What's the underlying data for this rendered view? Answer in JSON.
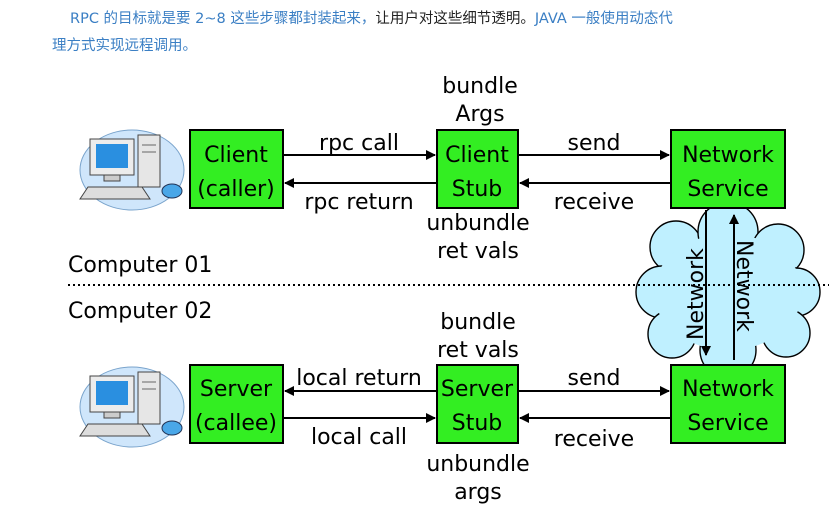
{
  "intro": {
    "line1_part1": "RPC 的目标就是要 2~8 这些步骤都封装起来，",
    "line1_part2": "让用户对这些细节透明。",
    "line1_part3": "JAVA 一般使用动态代",
    "line2": "理方式实现远程调用。"
  },
  "diagram": {
    "top": {
      "client_box": [
        "Client",
        "(caller)"
      ],
      "client_stub_box": [
        "Client",
        "Stub"
      ],
      "network_box": [
        "Network",
        "Service"
      ],
      "label_rpc_call": "rpc call",
      "label_rpc_return": "rpc return",
      "label_send": "send",
      "label_receive": "receive",
      "label_bundle_args": [
        "bundle",
        "Args"
      ],
      "label_unbundle_ret": [
        "unbundle",
        "ret vals"
      ],
      "computer_label": "Computer 01"
    },
    "bottom": {
      "server_box": [
        "Server",
        "(callee)"
      ],
      "server_stub_box": [
        "Server",
        "Stub"
      ],
      "network_box": [
        "Network",
        "Service"
      ],
      "label_local_return": "local return",
      "label_local_call": "local call",
      "label_send": "send",
      "label_receive": "receive",
      "label_bundle_ret": [
        "bundle",
        "ret vals"
      ],
      "label_unbundle_args": [
        "unbundle",
        "args"
      ],
      "computer_label": "Computer 02"
    },
    "cloud_labels": [
      "Network",
      "Network"
    ],
    "colors": {
      "box_fill": "#33ee22",
      "cloud_fill": "#bff0ff",
      "screen": "#2a8fe0",
      "disc": "#4aa7e8"
    }
  }
}
